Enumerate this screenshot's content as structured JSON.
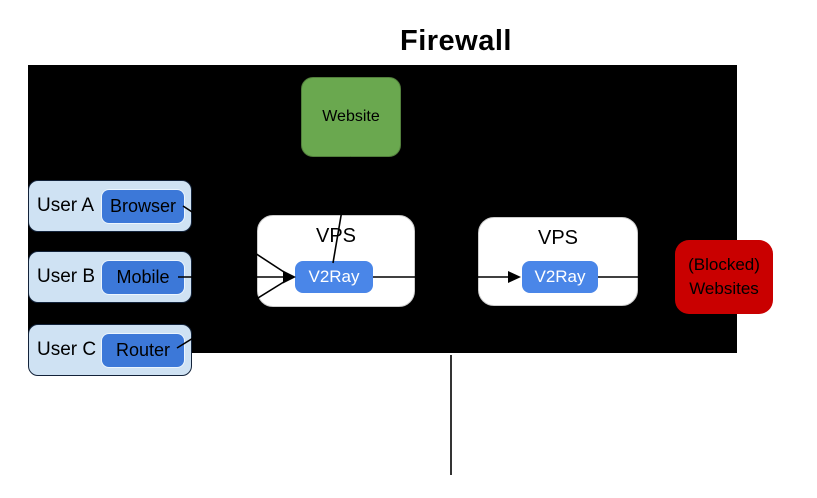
{
  "title": "Firewall",
  "website": {
    "label": "Website"
  },
  "users": [
    {
      "name": "User A",
      "device": "Browser"
    },
    {
      "name": "User B",
      "device": "Mobile"
    },
    {
      "name": "User C",
      "device": "Router"
    }
  ],
  "vps": [
    {
      "label": "VPS",
      "app": "V2Ray"
    },
    {
      "label": "VPS",
      "app": "V2Ray"
    }
  ],
  "blocked": {
    "line1": "(Blocked)",
    "line2": "Websites"
  },
  "colors": {
    "firewall_black": "#000000",
    "website_green": "#6aa84f",
    "user_box_blue": "#cfe2f3",
    "device_blue": "#3c78d8",
    "v2ray_blue": "#4a86e8",
    "blocked_red": "#c90000",
    "connector_black": "#000000"
  }
}
